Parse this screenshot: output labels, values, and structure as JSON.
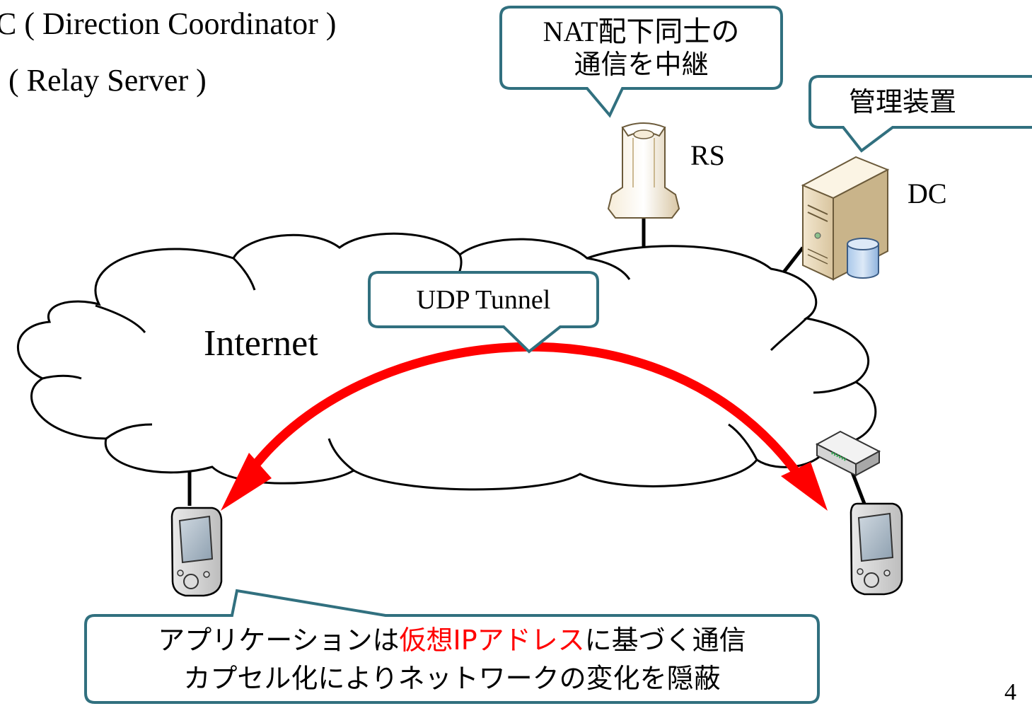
{
  "legend": {
    "dc_line": "C ( Direction Coordinator )",
    "rs_line": "( Relay Server )"
  },
  "nodes": {
    "rs_label": "RS",
    "dc_label": "DC",
    "cloud_label": "Internet"
  },
  "callouts": {
    "rs_line1": "NAT配下同士の",
    "rs_line2": "通信を中継",
    "dc": "管理装置",
    "tunnel": "UDP Tunnel",
    "bottom_line1_part1": "アプリケーションは",
    "bottom_line1_part2": "仮想IPアドレス",
    "bottom_line1_part3": "に基づく通信",
    "bottom_line2": "カプセル化によりネットワークの変化を隠蔽"
  },
  "page_number": "4",
  "colors": {
    "callout_border": "#31707f",
    "arrow": "#ff0000",
    "highlight_text": "#ff0000"
  },
  "icons": [
    "antenna-icon",
    "server-icon",
    "database-icon",
    "router-icon",
    "pda-icon"
  ]
}
